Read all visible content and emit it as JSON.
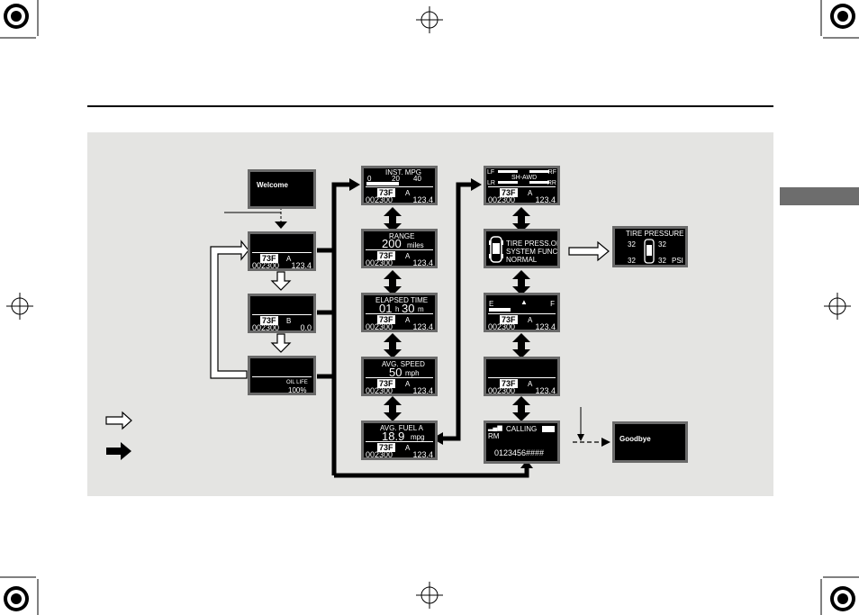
{
  "left_column": {
    "welcome": "Welcome",
    "odo1": {
      "temp": "73F",
      "trip_label": "A",
      "odometer": "002300",
      "trip": "123.4"
    },
    "odo2": {
      "temp": "73F",
      "trip_label": "B",
      "odometer": "002300",
      "trip": "0.0"
    },
    "oil": {
      "label": "OIL LIFE",
      "value": "100%"
    }
  },
  "middle_column": {
    "inst_mpg": {
      "title": "INST. MPG",
      "scale_0": "0",
      "scale_20": "20",
      "scale_40": "40"
    },
    "range": {
      "title": "RANGE",
      "value": "200",
      "unit": "miles"
    },
    "elapsed": {
      "title": "ELAPSED TIME",
      "hours": "01",
      "h": "h",
      "minutes": "30",
      "m": "m"
    },
    "avg_speed": {
      "title": "AVG. SPEED",
      "value": "50",
      "unit": "mph"
    },
    "avg_fuel": {
      "title": "AVG. FUEL A",
      "value": "18.9",
      "unit": "mpg"
    },
    "footer": {
      "temp": "73F",
      "trip_label": "A",
      "odometer": "002300",
      "trip": "123.4"
    }
  },
  "right_column": {
    "sh_awd": {
      "lf": "LF",
      "rf": "RF",
      "lr": "LR",
      "rr": "RR",
      "title": "SH-AWD"
    },
    "tpms": {
      "line1": "TIRE PRESS.OK",
      "line2": "SYSTEM FUNC",
      "line3": "NORMAL"
    },
    "fuel_gauge": {
      "e": "E",
      "f": "F"
    },
    "calling": {
      "status": "CALLING",
      "rm": "RM",
      "number": "0123456####"
    },
    "footer": {
      "temp": "73F",
      "trip_label": "A",
      "odometer": "002300",
      "trip": "123.4"
    }
  },
  "tire_pressure": {
    "title": "TIRE PRESSURE",
    "fl": "32",
    "fr": "32",
    "rl": "32",
    "rr": "32",
    "unit": "PSI"
  },
  "goodbye": "Goodbye",
  "colors": {
    "panel": "#e4e4e2",
    "display": "#000000",
    "frame": "#6a6a6a",
    "tab": "#6d6d6d"
  }
}
